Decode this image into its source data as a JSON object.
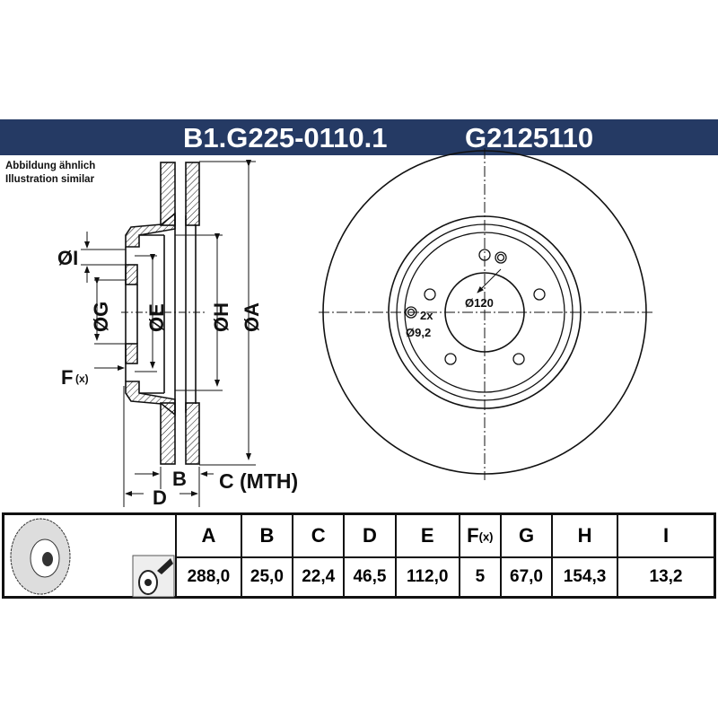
{
  "header": {
    "part_number": "B1.G225-0110.1",
    "alt_number": "G2125110"
  },
  "note": {
    "de": "Abbildung ähnlich",
    "en": "Illustration similar"
  },
  "section_labels": {
    "I": "ØI",
    "G": "ØG",
    "E": "ØE",
    "H": "ØH",
    "A": "ØA",
    "F": "F",
    "F_sub": "(x)",
    "B": "B",
    "C": "C (MTH)",
    "D": "D"
  },
  "front_labels": {
    "pcd": "Ø120",
    "holes_count": "2x",
    "holes_dia": "Ø9,2"
  },
  "table": {
    "headers": [
      "A",
      "B",
      "C",
      "D",
      "E",
      "F",
      "G",
      "H",
      "I"
    ],
    "f_sub": "(x)",
    "values": [
      "288,0",
      "25,0",
      "22,4",
      "46,5",
      "112,0",
      "5",
      "67,0",
      "154,3",
      "13,2"
    ]
  },
  "colors": {
    "header_bg": "#253a64",
    "line": "#111111"
  }
}
